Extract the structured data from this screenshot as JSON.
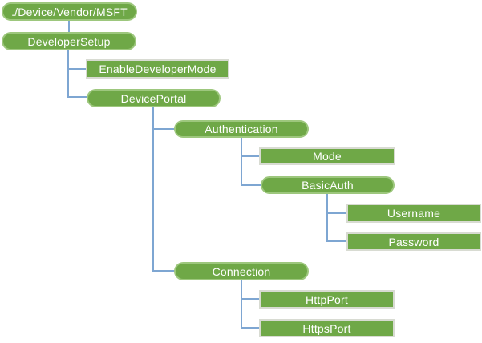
{
  "diagram": {
    "type": "tree",
    "background": "#FFFFFF",
    "colors": {
      "node_fill": "#6FA847",
      "pill_border": "#9DC77D",
      "rect_border": "#D8DBD2",
      "connector": "#7EA6D2",
      "label_text": "#FFFFFF"
    },
    "nodes": [
      {
        "id": "root",
        "label": "./Device/Vendor/MSFT",
        "shape": "pill",
        "level": 0
      },
      {
        "id": "developer-setup",
        "label": "DeveloperSetup",
        "shape": "pill",
        "level": 1
      },
      {
        "id": "enable-developer-mode",
        "label": "EnableDeveloperMode",
        "shape": "rect",
        "level": 2
      },
      {
        "id": "device-portal",
        "label": "DevicePortal",
        "shape": "pill",
        "level": 2
      },
      {
        "id": "authentication",
        "label": "Authentication",
        "shape": "pill",
        "level": 3
      },
      {
        "id": "mode",
        "label": "Mode",
        "shape": "rect",
        "level": 4
      },
      {
        "id": "basic-auth",
        "label": "BasicAuth",
        "shape": "pill",
        "level": 4
      },
      {
        "id": "username",
        "label": "Username",
        "shape": "rect",
        "level": 5
      },
      {
        "id": "password",
        "label": "Password",
        "shape": "rect",
        "level": 5
      },
      {
        "id": "connection",
        "label": "Connection",
        "shape": "pill",
        "level": 3
      },
      {
        "id": "http-port",
        "label": "HttpPort",
        "shape": "rect",
        "level": 4
      },
      {
        "id": "https-port",
        "label": "HttpsPort",
        "shape": "rect",
        "level": 4
      }
    ],
    "edges": [
      [
        "./Device/Vendor/MSFT",
        "DeveloperSetup"
      ],
      [
        "DeveloperSetup",
        "EnableDeveloperMode"
      ],
      [
        "DeveloperSetup",
        "DevicePortal"
      ],
      [
        "DevicePortal",
        "Authentication"
      ],
      [
        "Authentication",
        "Mode"
      ],
      [
        "Authentication",
        "BasicAuth"
      ],
      [
        "BasicAuth",
        "Username"
      ],
      [
        "BasicAuth",
        "Password"
      ],
      [
        "DevicePortal",
        "Connection"
      ],
      [
        "Connection",
        "HttpPort"
      ],
      [
        "Connection",
        "HttpsPort"
      ]
    ]
  }
}
